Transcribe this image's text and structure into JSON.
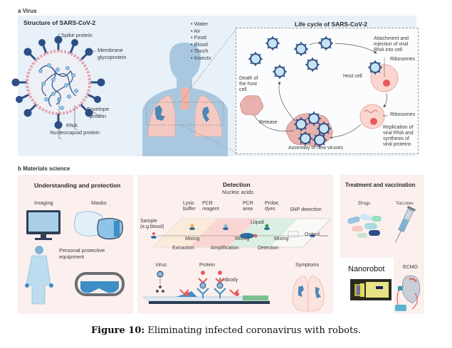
{
  "section_a": {
    "label": "a  Virus",
    "structure": {
      "title": "Structure of SARS-CoV-2",
      "labels": {
        "spike": "Spike protein",
        "membrane_1": "Membrane",
        "membrane_2": "glycoprotein",
        "envelope_1": "Envelope",
        "envelope_2": "protein",
        "rna": "RNA",
        "nucleocapsid": "Nucleocapsid protein"
      }
    },
    "transmission": {
      "routes": [
        "Water",
        "Air",
        "Food",
        "Blood",
        "Touch",
        "Insects"
      ]
    },
    "life_cycle": {
      "title": "Life cycle of SARS-CoV-2",
      "attachment": [
        "Attachment and",
        "injection of viral",
        "RNA into cell"
      ],
      "ribosomes_top": "Ribosomes",
      "host_cell": "Host cell",
      "ribosomes_bottom": "Ribosomes",
      "replication": [
        "Replication of",
        "viral RNA and",
        "synthesis of",
        "viral proteins"
      ],
      "assembly": "Assembly of new viruses",
      "release": "Release",
      "death": [
        "Death of",
        "the host",
        "cell"
      ]
    }
  },
  "section_b": {
    "label": "b  Materials science",
    "understanding": {
      "title": "Understanding and protection",
      "imaging": "Imaging",
      "masks": "Masks",
      "ppe_1": "Personal protective",
      "ppe_2": "equipment"
    },
    "detection": {
      "title": "Detection",
      "nucleic_acids": "Nucleic acids",
      "lysis": [
        "Lysis",
        "buffer"
      ],
      "pcr_reagent": [
        "PCR",
        "reagent"
      ],
      "pcr_area": [
        "PCR",
        "area"
      ],
      "probe": [
        "Probe,",
        "dyes"
      ],
      "snp": "SNP detection",
      "sample": [
        "Sample",
        "(e.g.blood)"
      ],
      "liquid": "Liquid",
      "output": "Output",
      "mixing": [
        "Mixing",
        "Mixing",
        "Mixing"
      ],
      "stages": [
        "Extraction",
        "Amplification",
        "Detection"
      ],
      "virus": "Virus",
      "protein": "Protein",
      "antibody": "Antibody",
      "symptoms": "Symptoms"
    },
    "treatment": {
      "title": "Treatment and vaccination",
      "drugs": "Drugs",
      "vaccines": "Vaccines",
      "nanorobot": "Nanorobot",
      "ecmo": "ECMO"
    }
  },
  "caption": {
    "figure_label": "Figure 10:",
    "text": " Eliminating infected coronavirus with robots."
  },
  "colors": {
    "panel_a_bg": "#e8f1f8",
    "panel_b_bg": "#fbf0ee",
    "virus_blue": "#2d4f86",
    "lung_pink": "#f4c9c2",
    "body_blue": "#a9c8e0"
  }
}
